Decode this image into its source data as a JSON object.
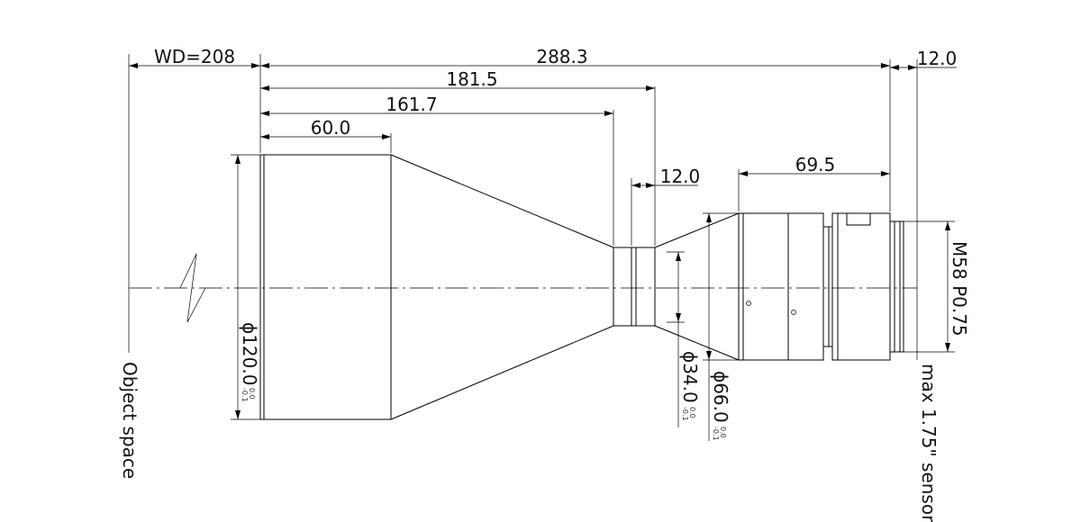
{
  "dimensions": {
    "working_distance": "WD=208",
    "total_length": "288.3",
    "length_181": "181.5",
    "length_161": "161.7",
    "front_barrel_length": "60.0",
    "neck_length": "12.0",
    "rear_barrel_length": "69.5",
    "flange_offset": "12.0"
  },
  "diameters": {
    "front": {
      "symbol": "ϕ",
      "value": "120.0",
      "tol_upper": "0.0",
      "tol_lower": "-0.1"
    },
    "neck": {
      "symbol": "ϕ",
      "value": "34.0",
      "tol_upper": "0.0",
      "tol_lower": "-0.1"
    },
    "rear": {
      "symbol": "ϕ",
      "value": "66.0",
      "tol_upper": "0.0",
      "tol_lower": "-0.1"
    }
  },
  "labels": {
    "thread": "M58 P0.75",
    "sensor": "max 1.75\" sensor",
    "object_space": "Object space"
  }
}
